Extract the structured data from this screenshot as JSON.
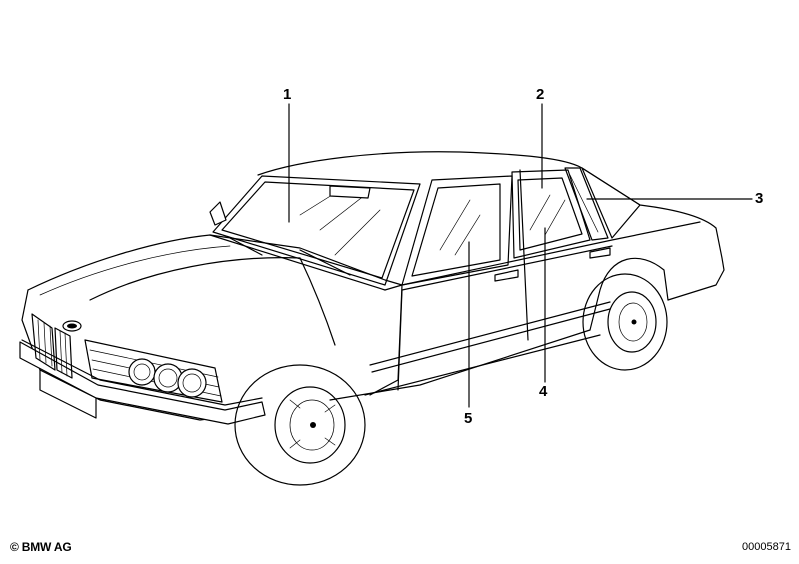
{
  "diagram": {
    "callouts": [
      {
        "id": "1",
        "label": "1"
      },
      {
        "id": "2",
        "label": "2"
      },
      {
        "id": "3",
        "label": "3"
      },
      {
        "id": "4",
        "label": "4"
      },
      {
        "id": "5",
        "label": "5"
      }
    ]
  },
  "footer": {
    "copyright": "© BMW AG",
    "reference_number": "00005871"
  }
}
